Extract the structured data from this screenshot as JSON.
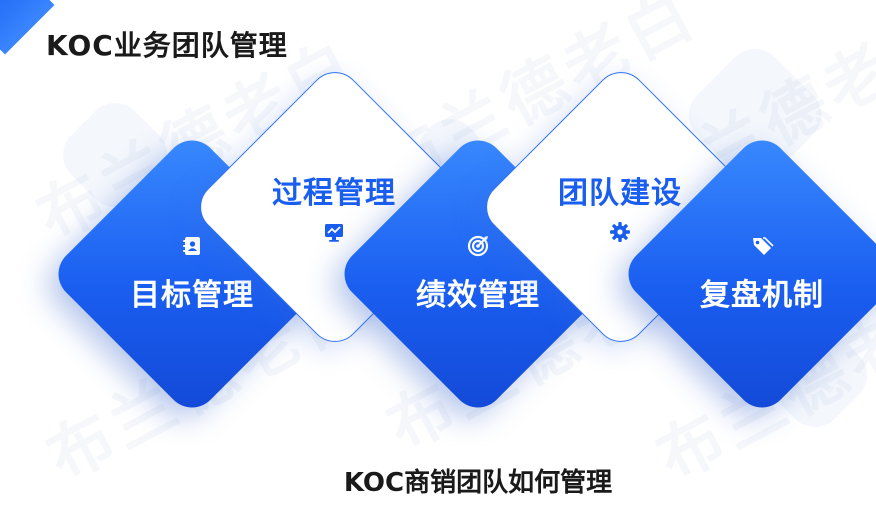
{
  "header": {
    "title": "KOC业务团队管理"
  },
  "footer": {
    "subtitle": "KOC商销团队如何管理"
  },
  "watermark": {
    "text": "布兰德老白"
  },
  "items": [
    {
      "label": "目标管理",
      "icon": "contact-card-icon",
      "style": "blue"
    },
    {
      "label": "过程管理",
      "icon": "monitor-chart-icon",
      "style": "white"
    },
    {
      "label": "绩效管理",
      "icon": "target-icon",
      "style": "blue"
    },
    {
      "label": "团队建设",
      "icon": "gear-icon",
      "style": "white"
    },
    {
      "label": "复盘机制",
      "icon": "tag-icon",
      "style": "blue"
    }
  ],
  "colors": {
    "accent": "#1a5ef0",
    "accent_light": "#3a8bff",
    "text": "#1a1a1a"
  }
}
